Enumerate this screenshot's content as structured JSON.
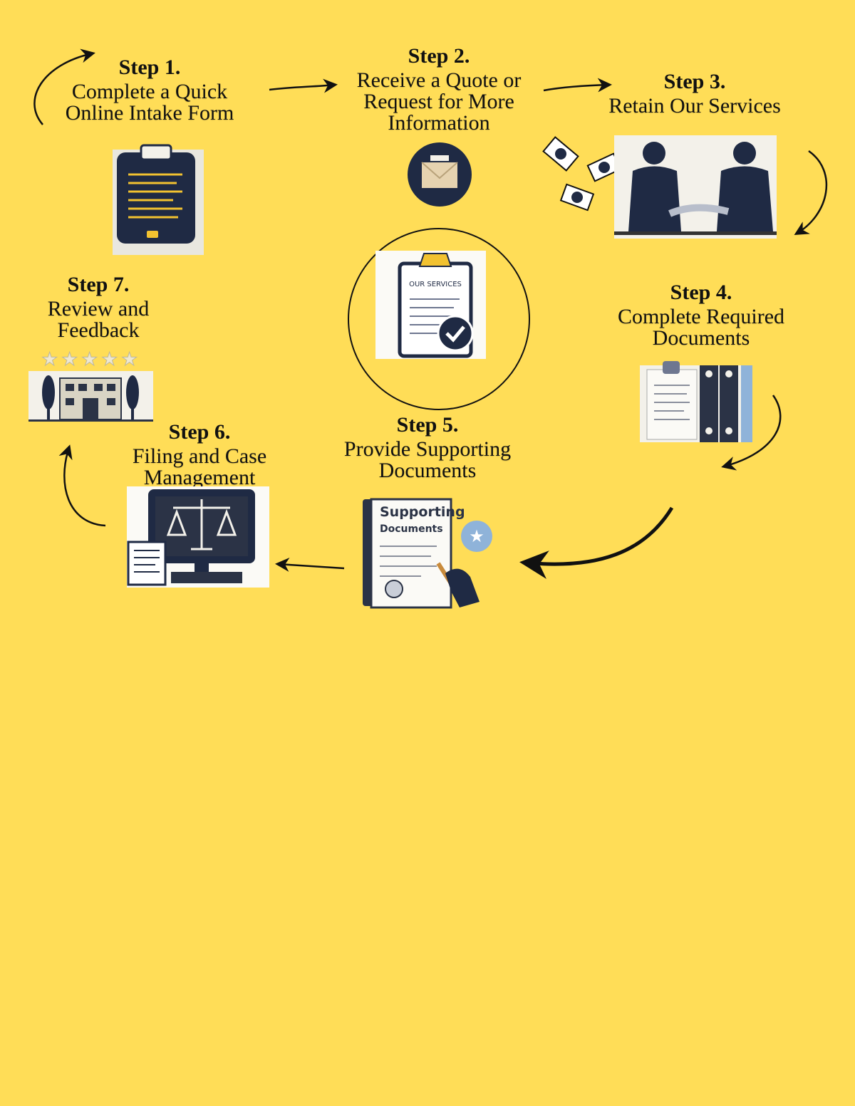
{
  "steps": [
    {
      "number": "Step 1.",
      "title": "Complete a Quick Online Intake Form",
      "icon": "clipboard-form-icon"
    },
    {
      "number": "Step 2.",
      "title": "Receive a Quote or Request for More Information",
      "icon": "envelope-icon"
    },
    {
      "number": "Step 3.",
      "title": "Retain Our Services",
      "icon": "handshake-money-icon"
    },
    {
      "number": "Step 4.",
      "title": "Complete Required Documents",
      "icon": "binders-documents-icon"
    },
    {
      "number": "Step 5.",
      "title": "Provide Supporting Documents",
      "icon": "supporting-documents-icon"
    },
    {
      "number": "Step 6.",
      "title": "Filing and Case Management",
      "icon": "scales-computer-icon"
    },
    {
      "number": "Step 7.",
      "title": "Review and Feedback",
      "icon": "building-stars-icon"
    }
  ],
  "center": {
    "label": "OUR SERVICES",
    "icon": "services-checklist-icon"
  },
  "supporting_doc_label": {
    "line1": "Supporting",
    "line2": "Documents"
  },
  "colors": {
    "background": "#FFDD57",
    "navy": "#1F2A44",
    "accent": "#F2C230",
    "paper": "#F3F1EA"
  }
}
